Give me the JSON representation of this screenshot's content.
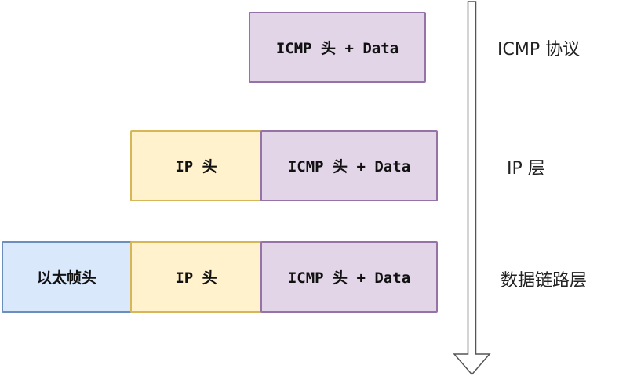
{
  "rows": [
    {
      "blocks": [
        {
          "text": "ICMP 头 + Data",
          "color": "purple"
        }
      ],
      "layer_label": "ICMP 协议"
    },
    {
      "blocks": [
        {
          "text": "IP 头",
          "color": "yellow"
        },
        {
          "text": "ICMP 头 + Data",
          "color": "purple"
        }
      ],
      "layer_label": "IP 层"
    },
    {
      "blocks": [
        {
          "text": "以太帧头",
          "color": "blue"
        },
        {
          "text": "IP 头",
          "color": "yellow"
        },
        {
          "text": "ICMP 头 + Data",
          "color": "purple"
        }
      ],
      "layer_label": "数据链路层"
    }
  ],
  "colors": {
    "purple_fill": "#e1d5e7",
    "purple_stroke": "#9673a6",
    "yellow_fill": "#fff2cc",
    "yellow_stroke": "#d6b656",
    "blue_fill": "#dae8fc",
    "blue_stroke": "#6c8ebf",
    "arrow_fill": "#ffffff",
    "arrow_stroke": "#555555"
  }
}
